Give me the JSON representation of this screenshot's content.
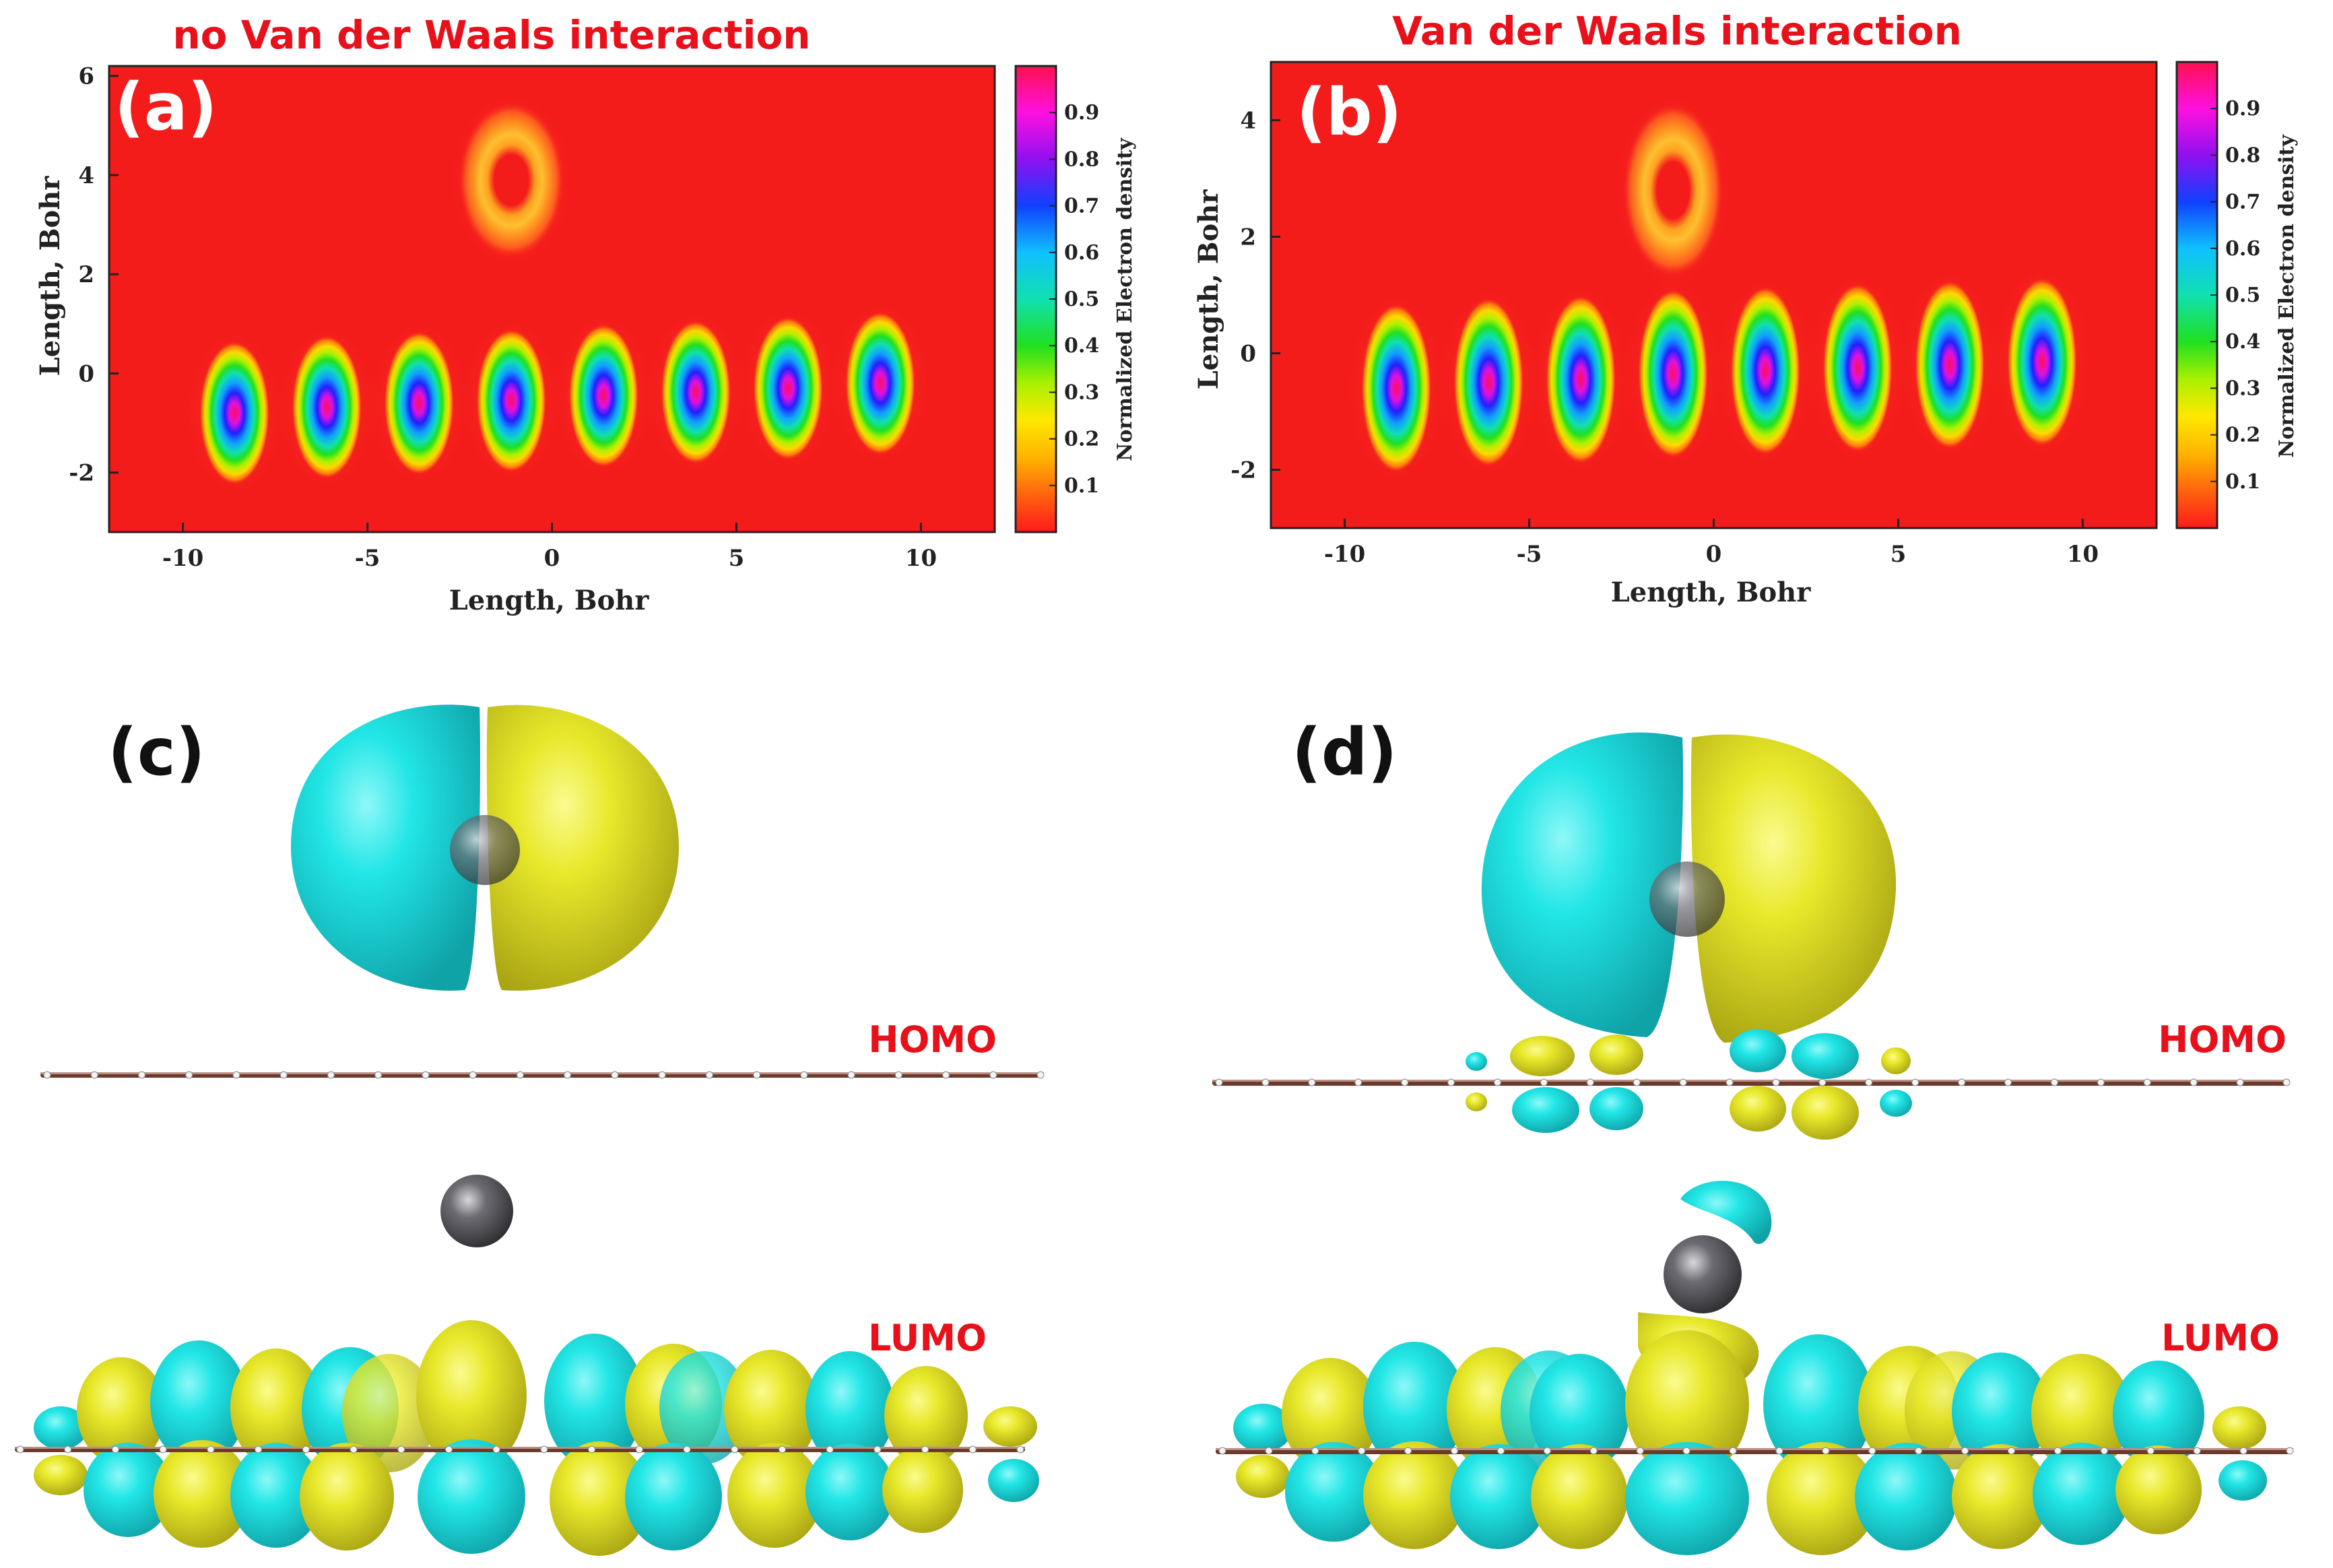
{
  "panels": {
    "a": {
      "label": "(a)",
      "title": "no Van der Waals interaction"
    },
    "b": {
      "label": "(b)",
      "title": "Van der Waals interaction"
    },
    "c": {
      "label": "(c)",
      "homo": "HOMO",
      "lumo": "LUMO"
    },
    "d": {
      "label": "(d)",
      "homo": "HOMO",
      "lumo": "LUMO"
    }
  },
  "colors": {
    "background_red": "#f41b1b",
    "title_red": "#e8101a",
    "orbital_cyan": "#1ee3e3",
    "orbital_yellow": "#e6e61e",
    "atom_gray": "#5a5a5e",
    "sheet_brown": "#6b3a2a"
  },
  "chart_data": [
    {
      "type": "heatmap",
      "panel": "a",
      "title": "no Van der Waals interaction",
      "xlabel": "Length, Bohr",
      "ylabel": "Length, Bohr",
      "xlim": [
        -12,
        12
      ],
      "ylim": [
        -3.2,
        6.2
      ],
      "xticks": [
        -10,
        -5,
        0,
        5,
        10
      ],
      "yticks": [
        -2,
        0,
        2,
        4,
        6
      ],
      "colorbar": {
        "label": "Normalized Electron density",
        "range": [
          0,
          1
        ],
        "ticks": [
          0.1,
          0.2,
          0.3,
          0.4,
          0.5,
          0.6,
          0.7,
          0.8,
          0.9
        ]
      },
      "ring": {
        "x": -1.1,
        "y": 3.9,
        "inner_radius": 0.75,
        "outer_radius": 1.85
      },
      "chain_atoms": [
        {
          "x": -8.6,
          "y": -0.8,
          "peak": 0.95
        },
        {
          "x": -6.1,
          "y": -0.68,
          "peak": 0.92
        },
        {
          "x": -3.6,
          "y": -0.6,
          "peak": 0.9
        },
        {
          "x": -1.1,
          "y": -0.55,
          "peak": 0.92
        },
        {
          "x": 1.4,
          "y": -0.45,
          "peak": 0.9
        },
        {
          "x": 3.9,
          "y": -0.38,
          "peak": 0.88
        },
        {
          "x": 6.4,
          "y": -0.3,
          "peak": 0.9
        },
        {
          "x": 8.9,
          "y": -0.2,
          "peak": 0.94
        }
      ]
    },
    {
      "type": "heatmap",
      "panel": "b",
      "title": "Van der Waals interaction",
      "xlabel": "Length, Bohr",
      "ylabel": "Length, Bohr",
      "xlim": [
        -12,
        12
      ],
      "ylim": [
        -3,
        5
      ],
      "xticks": [
        -10,
        -5,
        0,
        5,
        10
      ],
      "yticks": [
        -2,
        0,
        2,
        4
      ],
      "colorbar": {
        "label": "Normalized Electron density",
        "range": [
          0,
          1
        ],
        "ticks": [
          0.1,
          0.2,
          0.3,
          0.4,
          0.5,
          0.6,
          0.7,
          0.8,
          0.9
        ]
      },
      "ring": {
        "x": -1.1,
        "y": 2.8,
        "inner_radius": 0.65,
        "outer_radius": 1.75
      },
      "chain_atoms": [
        {
          "x": -8.6,
          "y": -0.6,
          "peak": 0.97
        },
        {
          "x": -6.1,
          "y": -0.5,
          "peak": 0.92
        },
        {
          "x": -3.6,
          "y": -0.45,
          "peak": 0.9
        },
        {
          "x": -1.1,
          "y": -0.35,
          "peak": 0.9
        },
        {
          "x": 1.4,
          "y": -0.3,
          "peak": 0.88
        },
        {
          "x": 3.9,
          "y": -0.25,
          "peak": 0.88
        },
        {
          "x": 6.4,
          "y": -0.2,
          "peak": 0.9
        },
        {
          "x": 8.9,
          "y": -0.15,
          "peak": 0.97
        }
      ]
    }
  ]
}
